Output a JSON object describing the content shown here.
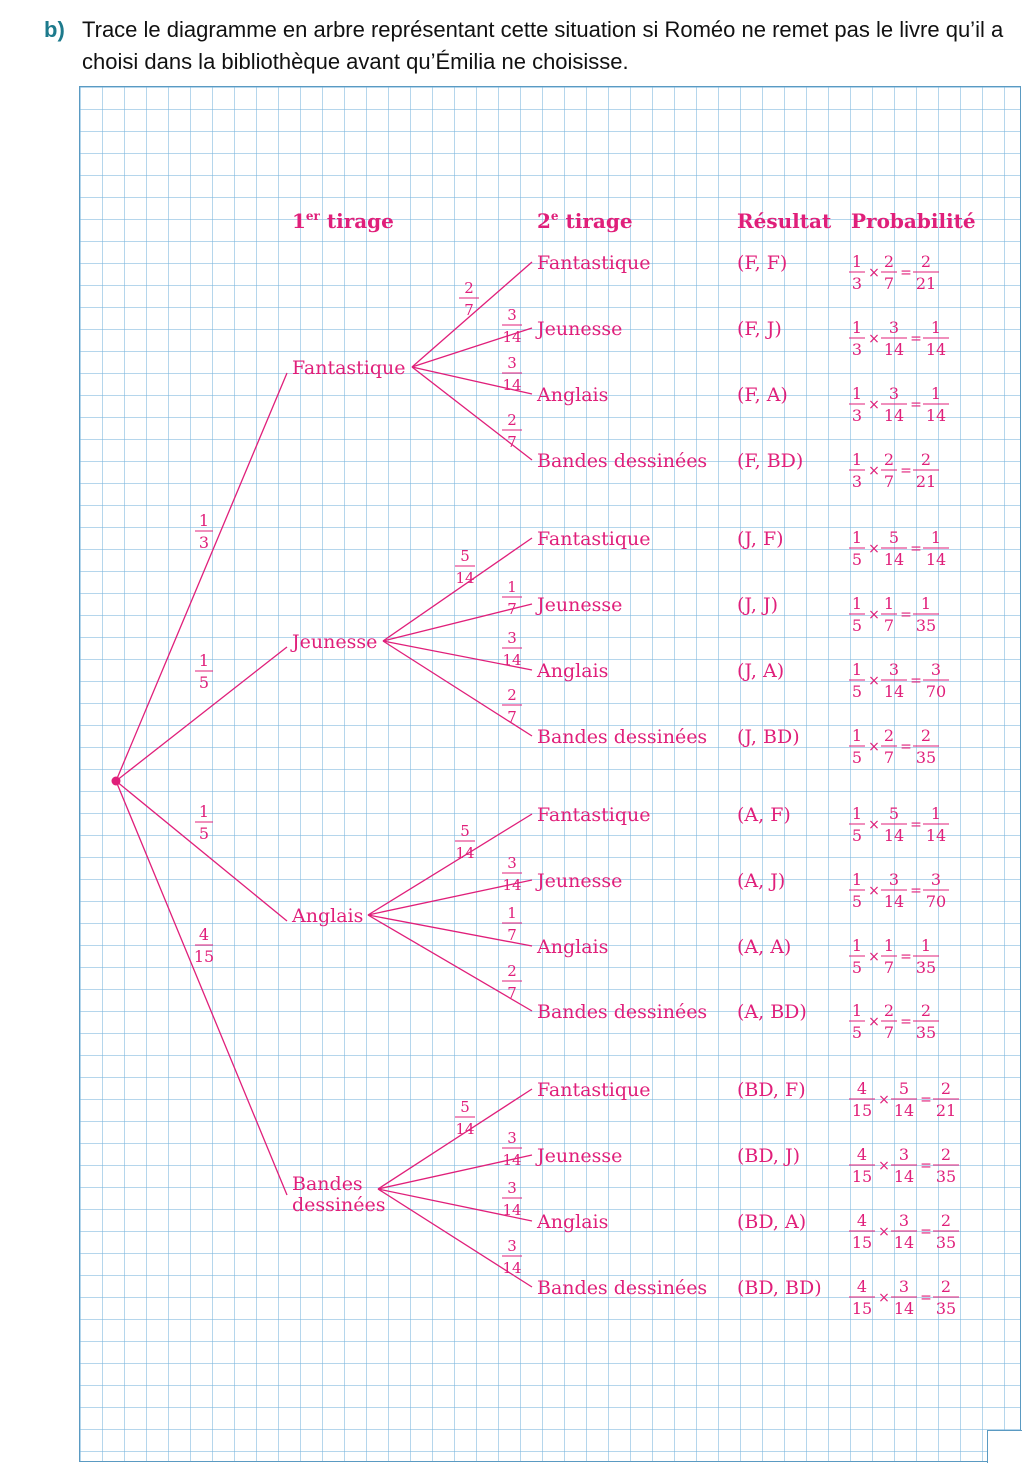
{
  "question": {
    "label": "b)",
    "text": "Trace le diagramme en arbre représentant cette situation si Roméo ne remet pas le livre qu’il a choisi dans la bibliothèque avant qu’Émilia ne choisisse."
  },
  "headers": {
    "first_draw": "1er tirage",
    "first_draw_main": "1",
    "first_draw_sup": "er",
    "first_draw_rest": " tirage",
    "second_draw": "2e tirage",
    "second_draw_main": "2",
    "second_draw_sup": "e",
    "second_draw_rest": " tirage",
    "result": "Résultat",
    "probability": "Probabilité"
  },
  "operators": {
    "times": "×",
    "equals": "="
  },
  "tree": {
    "groups": [
      {
        "label_lines": [
          "Fantastique"
        ],
        "prob": [
          "1",
          "3"
        ],
        "leaves": [
          {
            "label": "Fantastique",
            "prob": [
              "2",
              "7"
            ],
            "result": "(F, F)",
            "calc": [
              [
                "1",
                "3"
              ],
              [
                "2",
                "7"
              ],
              [
                "2",
                "21"
              ]
            ]
          },
          {
            "label": "Jeunesse",
            "prob": [
              "3",
              "14"
            ],
            "result": "(F, J)",
            "calc": [
              [
                "1",
                "3"
              ],
              [
                "3",
                "14"
              ],
              [
                "1",
                "14"
              ]
            ]
          },
          {
            "label": "Anglais",
            "prob": [
              "3",
              "14"
            ],
            "result": "(F, A)",
            "calc": [
              [
                "1",
                "3"
              ],
              [
                "3",
                "14"
              ],
              [
                "1",
                "14"
              ]
            ]
          },
          {
            "label": "Bandes dessinées",
            "prob": [
              "2",
              "7"
            ],
            "result": "(F, BD)",
            "calc": [
              [
                "1",
                "3"
              ],
              [
                "2",
                "7"
              ],
              [
                "2",
                "21"
              ]
            ]
          }
        ]
      },
      {
        "label_lines": [
          "Jeunesse"
        ],
        "prob": [
          "1",
          "5"
        ],
        "leaves": [
          {
            "label": "Fantastique",
            "prob": [
              "5",
              "14"
            ],
            "result": "(J, F)",
            "calc": [
              [
                "1",
                "5"
              ],
              [
                "5",
                "14"
              ],
              [
                "1",
                "14"
              ]
            ]
          },
          {
            "label": "Jeunesse",
            "prob": [
              "1",
              "7"
            ],
            "result": "(J, J)",
            "calc": [
              [
                "1",
                "5"
              ],
              [
                "1",
                "7"
              ],
              [
                "1",
                "35"
              ]
            ]
          },
          {
            "label": "Anglais",
            "prob": [
              "3",
              "14"
            ],
            "result": "(J, A)",
            "calc": [
              [
                "1",
                "5"
              ],
              [
                "3",
                "14"
              ],
              [
                "3",
                "70"
              ]
            ]
          },
          {
            "label": "Bandes dessinées",
            "prob": [
              "2",
              "7"
            ],
            "result": "(J, BD)",
            "calc": [
              [
                "1",
                "5"
              ],
              [
                "2",
                "7"
              ],
              [
                "2",
                "35"
              ]
            ]
          }
        ]
      },
      {
        "label_lines": [
          "Anglais"
        ],
        "prob": [
          "1",
          "5"
        ],
        "leaves": [
          {
            "label": "Fantastique",
            "prob": [
              "5",
              "14"
            ],
            "result": "(A, F)",
            "calc": [
              [
                "1",
                "5"
              ],
              [
                "5",
                "14"
              ],
              [
                "1",
                "14"
              ]
            ]
          },
          {
            "label": "Jeunesse",
            "prob": [
              "3",
              "14"
            ],
            "result": "(A, J)",
            "calc": [
              [
                "1",
                "5"
              ],
              [
                "3",
                "14"
              ],
              [
                "3",
                "70"
              ]
            ]
          },
          {
            "label": "Anglais",
            "prob": [
              "1",
              "7"
            ],
            "result": "(A, A)",
            "calc": [
              [
                "1",
                "5"
              ],
              [
                "1",
                "7"
              ],
              [
                "1",
                "35"
              ]
            ]
          },
          {
            "label": "Bandes dessinées",
            "prob": [
              "2",
              "7"
            ],
            "result": "(A, BD)",
            "calc": [
              [
                "1",
                "5"
              ],
              [
                "2",
                "7"
              ],
              [
                "2",
                "35"
              ]
            ]
          }
        ]
      },
      {
        "label_lines": [
          "Bandes",
          "dessinées"
        ],
        "prob": [
          "4",
          "15"
        ],
        "leaves": [
          {
            "label": "Fantastique",
            "prob": [
              "5",
              "14"
            ],
            "result": "(BD, F)",
            "calc": [
              [
                "4",
                "15"
              ],
              [
                "5",
                "14"
              ],
              [
                "2",
                "21"
              ]
            ]
          },
          {
            "label": "Jeunesse",
            "prob": [
              "3",
              "14"
            ],
            "result": "(BD, J)",
            "calc": [
              [
                "4",
                "15"
              ],
              [
                "3",
                "14"
              ],
              [
                "2",
                "35"
              ]
            ]
          },
          {
            "label": "Anglais",
            "prob": [
              "3",
              "14"
            ],
            "result": "(BD, A)",
            "calc": [
              [
                "4",
                "15"
              ],
              [
                "3",
                "14"
              ],
              [
                "2",
                "35"
              ]
            ]
          },
          {
            "label": "Bandes dessinées",
            "prob": [
              "3",
              "14"
            ],
            "result": "(BD, BD)",
            "calc": [
              [
                "4",
                "15"
              ],
              [
                "3",
                "14"
              ],
              [
                "2",
                "35"
              ]
            ]
          }
        ]
      }
    ]
  }
}
